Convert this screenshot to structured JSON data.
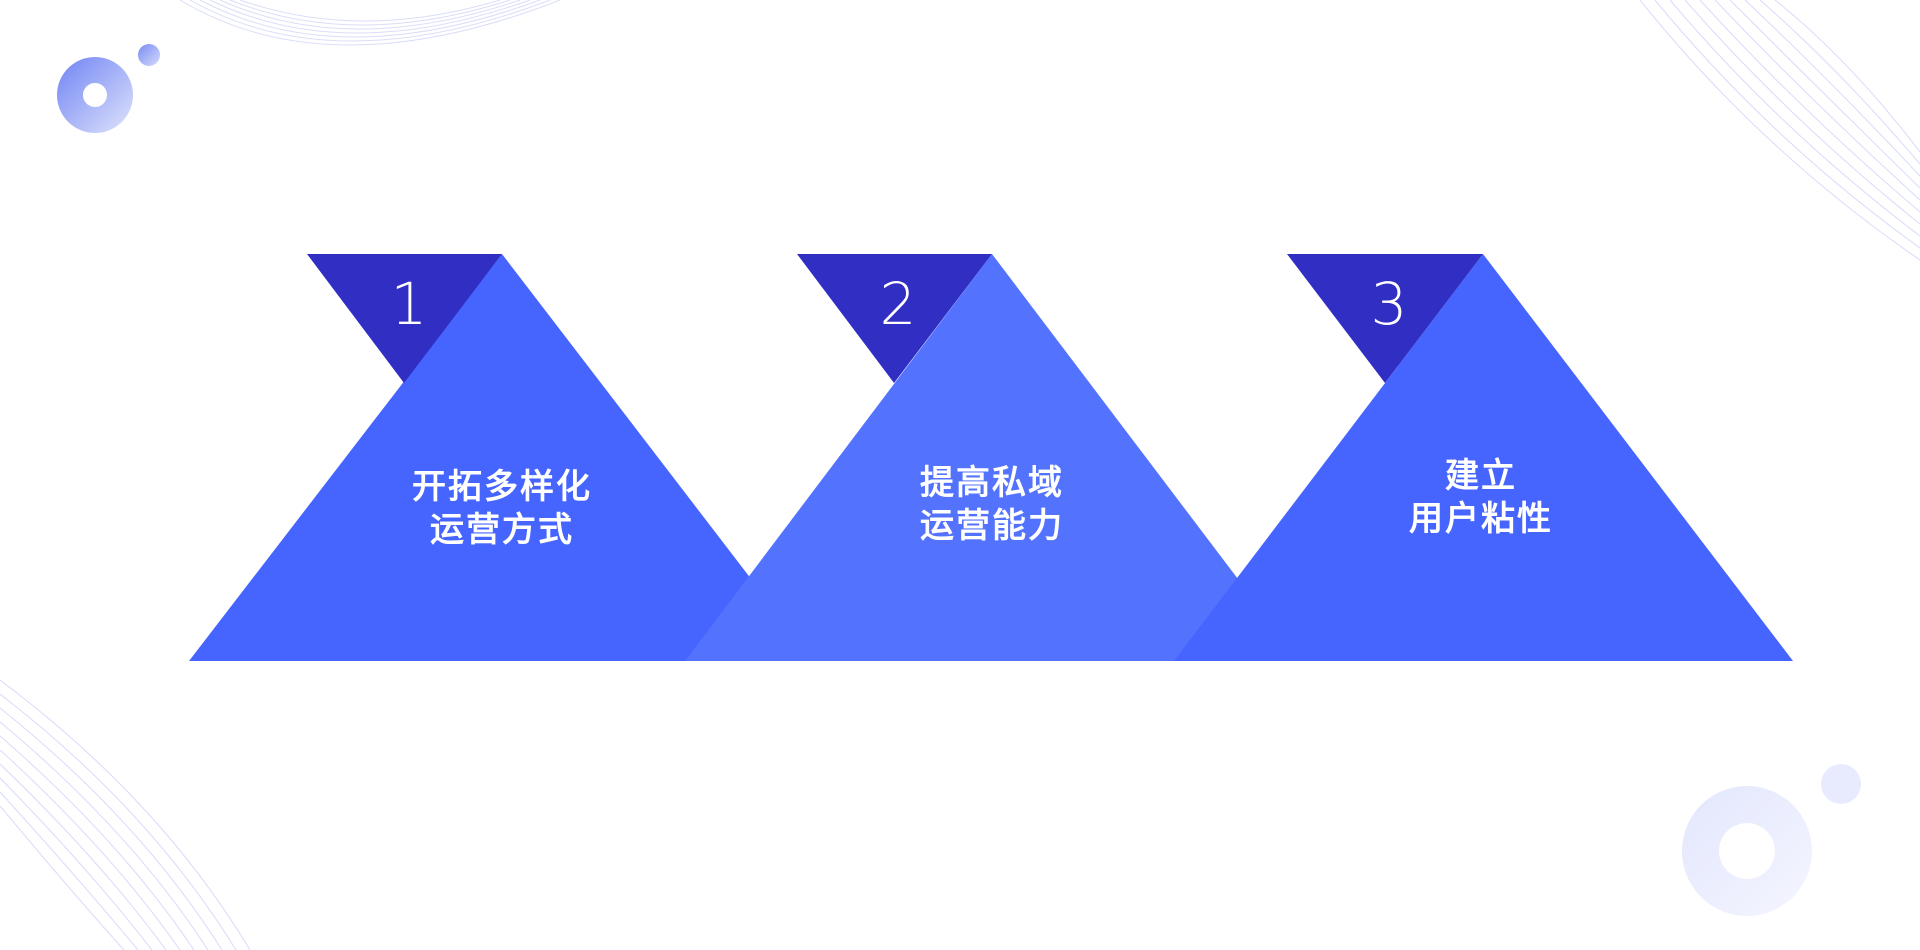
{
  "colors": {
    "background": "#ffffff",
    "triangle_primary": "#4664fe",
    "triangle_middle": "#5373fe",
    "corner_dark": "#312ec4",
    "text": "#ffffff",
    "decoration": "#8e9bf5"
  },
  "steps": [
    {
      "number": "1",
      "line1": "开拓多样化",
      "line2": "运营方式"
    },
    {
      "number": "2",
      "line1": "提高私域",
      "line2": "运营能力"
    },
    {
      "number": "3",
      "line1": "建立",
      "line2": "用户粘性"
    }
  ],
  "decorations": [
    {
      "name": "ring-icon-top-left"
    },
    {
      "name": "dot-icon-top-left"
    },
    {
      "name": "ring-icon-bottom-right"
    },
    {
      "name": "dot-icon-bottom-right"
    },
    {
      "name": "wave-lines-top"
    },
    {
      "name": "wave-lines-top-right"
    },
    {
      "name": "wave-lines-bottom-left"
    }
  ]
}
